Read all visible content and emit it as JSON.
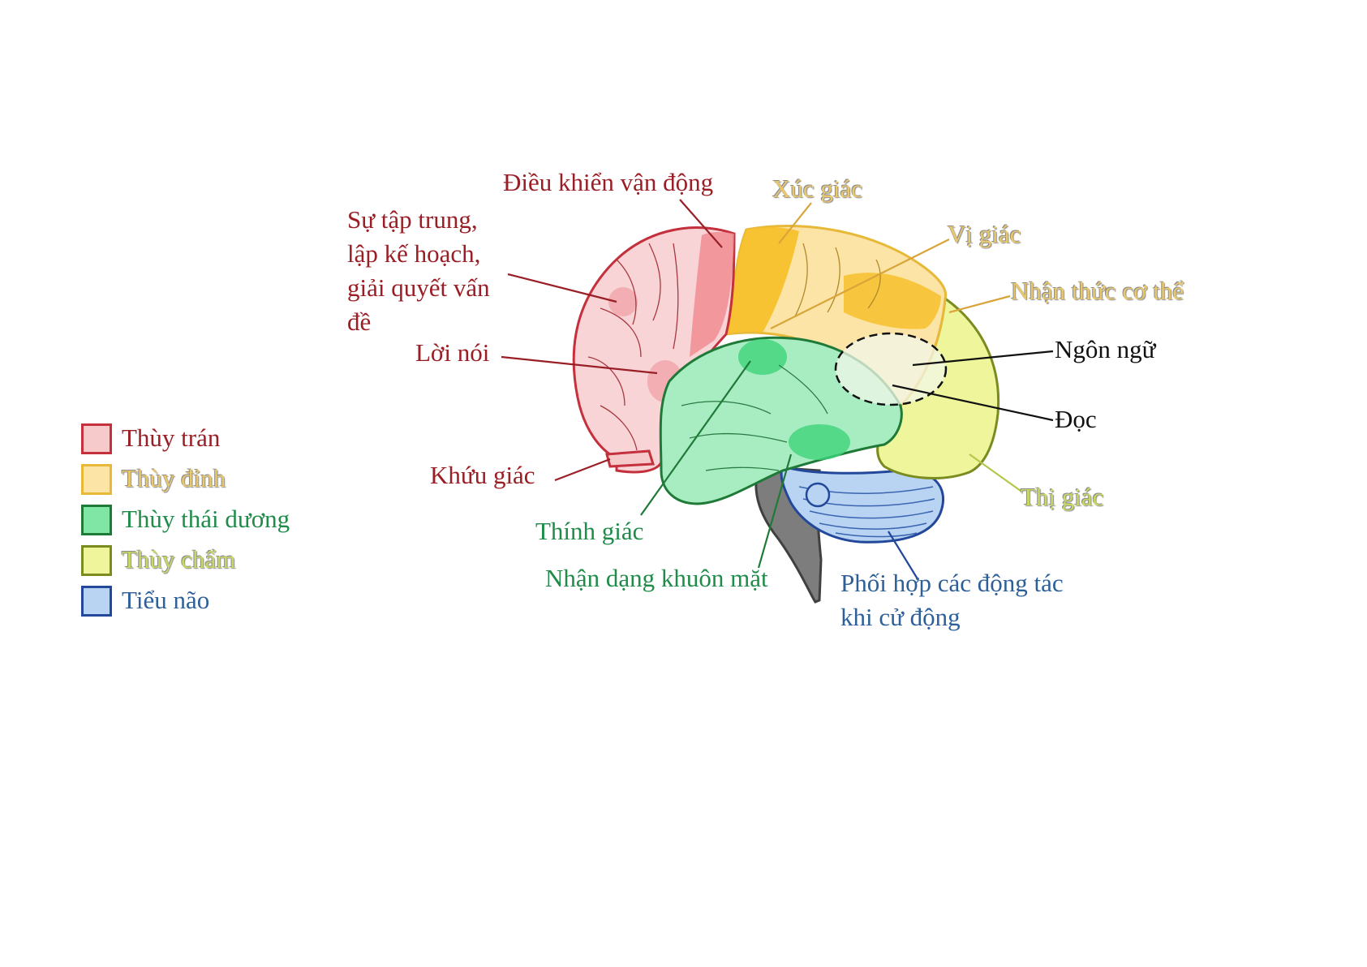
{
  "legend": [
    {
      "label": "Thùy trán",
      "fill": "#f6c9cb",
      "border": "#c4303c",
      "text": "#9a1e26"
    },
    {
      "label": "Thùy đỉnh",
      "fill": "#fbe4a6",
      "border": "#e8b838",
      "text": "#e9c86a"
    },
    {
      "label": "Thùy thái dương",
      "fill": "#7fe6a6",
      "border": "#1f7a38",
      "text": "#1f8c4a"
    },
    {
      "label": "Thùy chẩm",
      "fill": "#eef59a",
      "border": "#7a8b20",
      "text": "#c9d860"
    },
    {
      "label": "Tiểu não",
      "fill": "#b8d4f2",
      "border": "#23479a",
      "text": "#2d5f98"
    }
  ],
  "labels": {
    "motor": "Điều khiển vận động",
    "touch": "Xúc giác",
    "focus_1": "Sự tập trung,",
    "focus_2": "lập kế hoạch,",
    "focus_3": "giải quyết vấn",
    "focus_4": "đề",
    "taste": "Vị giác",
    "body_awareness": "Nhận thức cơ thể",
    "speech": "Lời nói",
    "language": "Ngôn ngữ",
    "reading": "Đọc",
    "smell": "Khứu giác",
    "vision": "Thị giác",
    "hearing": "Thính giác",
    "face_recognition": "Nhận dạng khuôn mặt",
    "coordination_1": "Phối hợp các động tác",
    "coordination_2": "khi cử động"
  },
  "colors": {
    "frontal_text": "#9a1e26",
    "parietal_text": "#e9c86a",
    "temporal_text": "#1f8c4a",
    "occipital_text": "#c9d860",
    "cerebellum_text": "#2d5f98",
    "black_text": "#111111"
  }
}
